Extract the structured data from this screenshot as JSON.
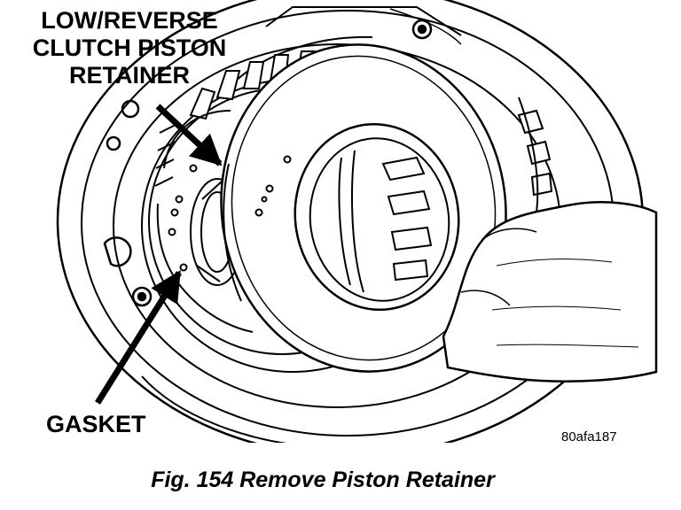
{
  "figure": {
    "callouts": {
      "retainer": [
        "LOW/REVERSE",
        "CLUTCH PISTON",
        "RETAINER"
      ],
      "gasket": "GASKET"
    },
    "code": "80afa187",
    "caption": "Fig. 154 Remove Piston Retainer"
  },
  "colors": {
    "ink": "#000000",
    "paper": "#ffffff"
  }
}
